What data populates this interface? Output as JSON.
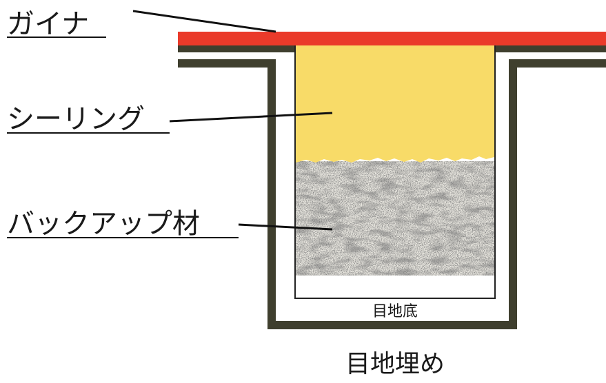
{
  "labels": {
    "gasket": "ガイナ",
    "sealing": "シーリング",
    "backup": "バックアップ材",
    "joint_bottom": "目地底"
  },
  "title": "目地埋め",
  "colors": {
    "gasket": "#ea3a2a",
    "sealant": "#f8db68",
    "backup_base": "#ebe9e2",
    "backup_speckle": "#3b3b3b",
    "wall": "#3f3f2e",
    "line": "#111111"
  }
}
